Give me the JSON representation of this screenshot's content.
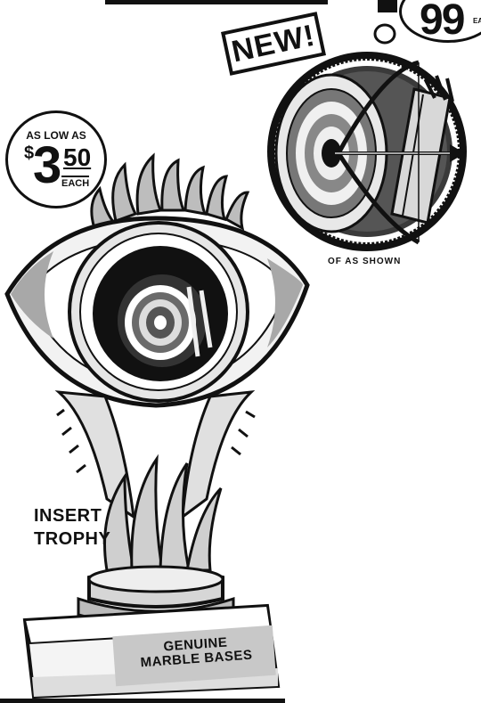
{
  "tag_new": "NEW!",
  "price_top": {
    "amount": "99",
    "unit": "EA"
  },
  "price_left": {
    "label": "AS LOW AS",
    "dollar_sign": "$",
    "dollars": "3",
    "cents": "50",
    "unit": "EACH"
  },
  "insert_trophy": {
    "line1": "INSERT",
    "line2": "TROPHY"
  },
  "marble_bases": {
    "line1": "GENUINE",
    "line2": "MARBLE BASES"
  },
  "cut_off_caption": "OF AS SHOWN",
  "colors": {
    "ink": "#111111",
    "paper": "#ffffff",
    "gray": "#9a9a9a"
  }
}
